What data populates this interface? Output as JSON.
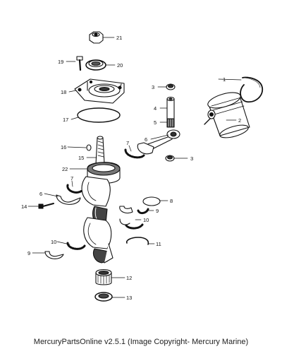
{
  "callouts": {
    "c1": "1",
    "c2": "2",
    "c3a": "3",
    "c3b": "3",
    "c4": "4",
    "c5": "5",
    "c6a": "6",
    "c6b": "6",
    "c7a": "7",
    "c7b": "7",
    "c8": "8",
    "c9a": "9",
    "c9b": "9",
    "c10a": "10",
    "c10b": "10",
    "c11": "11",
    "c12": "12",
    "c13": "13",
    "c14": "14",
    "c15": "15",
    "c16": "16",
    "c17": "17",
    "c18": "18",
    "c19": "19",
    "c20": "20",
    "c21": "21",
    "c22": "22"
  },
  "footer": {
    "text": "MercuryPartsOnline v2.5.1 (Image Copyright- Mercury Marine)"
  }
}
